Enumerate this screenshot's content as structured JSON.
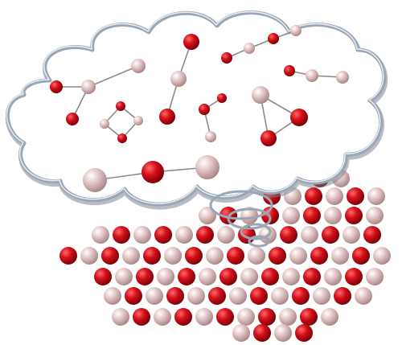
{
  "colors": {
    "oxygen": "#d4101a",
    "oxygen_highlight": "#ff6a6a",
    "oxygen_shade": "#7a0006",
    "metal": "#e3c6c6",
    "metal_highlight": "#ffffff",
    "metal_shade": "#a88686",
    "cloud_outline": "#9aa6b4",
    "cloud_fill": "#ffffff",
    "bond": "#8a8a8a",
    "background": "#ffffff"
  },
  "elements": {
    "cloud": "thought-bubble-cloud",
    "clusters": "gas-phase-molecules",
    "lattice": "oxide-crystal-lattice",
    "spiral": "connecting-spiral"
  }
}
